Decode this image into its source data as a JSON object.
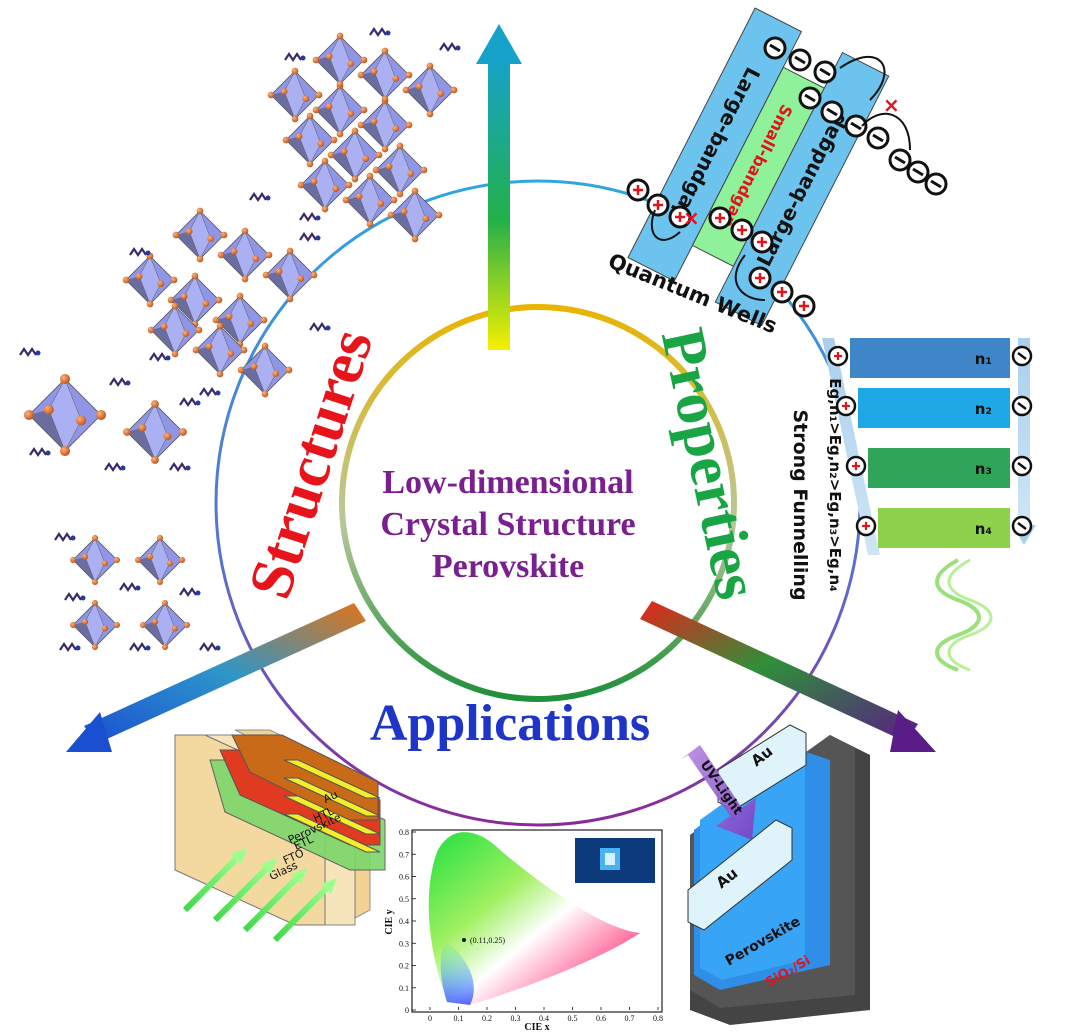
{
  "center": {
    "line1": "Low-dimensional",
    "line2": "Crystal Structure",
    "line3": "Perovskite"
  },
  "sections": {
    "structures": "Structures",
    "properties": "Properties",
    "applications": "Applications"
  },
  "quantum_wells": {
    "caption": "Quantum Wells",
    "large_bandgap_top": "Large-bandgap",
    "small_bandgap": "Small-bandgap",
    "large_bandgap_bottom": "Large-bandgap"
  },
  "funnelling": {
    "caption": "Strong Funnelling",
    "relation": "Eg,n₁>Eg,n₂>Eg,n₃>Eg,n₄",
    "levels": [
      "n₁",
      "n₂",
      "n₃",
      "n₄"
    ]
  },
  "solar_cell": {
    "layers": [
      "Au",
      "HTL",
      "Perovskite",
      "ETL",
      "FTO",
      "Glass"
    ]
  },
  "cie_plot": {
    "xlabel": "CIE x",
    "ylabel": "CIE y",
    "point_label": "(0.11,0.25)",
    "x_ticks": [
      "0",
      "0.1",
      "0.2",
      "0.3",
      "0.4",
      "0.5",
      "0.6",
      "0.7",
      "0.8"
    ],
    "y_ticks": [
      "0",
      "0.1",
      "0.2",
      "0.3",
      "0.4",
      "0.5",
      "0.6",
      "0.7",
      "0.8"
    ]
  },
  "photodetector": {
    "light": "UV-Light",
    "electrode_top": "Au",
    "electrode_bottom": "Au",
    "active": "Perovskite",
    "substrate": "SiO₂/Si"
  },
  "colors": {
    "structures": "#e8141b",
    "properties": "#1aa544",
    "applications": "#1e35c8",
    "center_text": "#7a1f8f"
  }
}
